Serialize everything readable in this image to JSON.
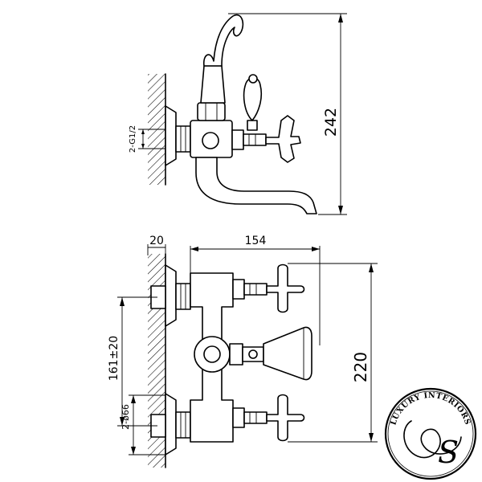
{
  "dimensions": {
    "total_height": "242",
    "wall_offset": "20",
    "total_width": "154",
    "overall_height": "220",
    "center_distance": "161±20",
    "pipe_diameter": "2-ø66",
    "thread": "2-G1/2"
  },
  "logo": {
    "text": "LUXURY INTERIORS",
    "monogram": "S"
  },
  "colors": {
    "line": "#000000",
    "background": "#ffffff"
  }
}
